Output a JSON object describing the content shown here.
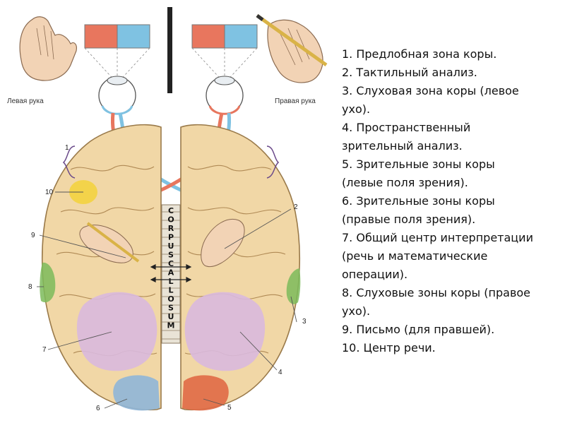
{
  "hand_labels": {
    "left": "Левая рука",
    "right": "Правая рука"
  },
  "callosum_label": "CORPUS CALLOSUM",
  "callout_numbers": [
    "1",
    "2",
    "3",
    "4",
    "5",
    "6",
    "7",
    "8",
    "9",
    "10"
  ],
  "legend": [
    "1. Предлобная зона коры.",
    "2. Тактильный анализ.",
    "3. Слуховая зона коры (левое",
    "ухо).",
    "4. Пространственный",
    "зрительный анализ.",
    "5. Зрительные зоны коры",
    "(левые поля зрения).",
    "6. Зрительные зоны коры",
    "(правые поля зрения).",
    "7. Общий центр интерпретации",
    "(речь и математические",
    "операции).",
    "8. Слуховые зоны коры (правое",
    "ухо).",
    "9. Письмо (для правшей).",
    "10. Центр речи."
  ],
  "colors": {
    "brain": "#f1d7a6",
    "brain_outline": "#9a7a4a",
    "visual_field_red": "#e8765e",
    "visual_field_blue": "#7fc2e2",
    "speech_center": "#f3d23a",
    "auditory_zone": "#7dbb5a",
    "interpretation_zone": "#d9b9de",
    "visual_cortex_left": "#8fb6d8",
    "visual_cortex_right": "#e06a46"
  }
}
